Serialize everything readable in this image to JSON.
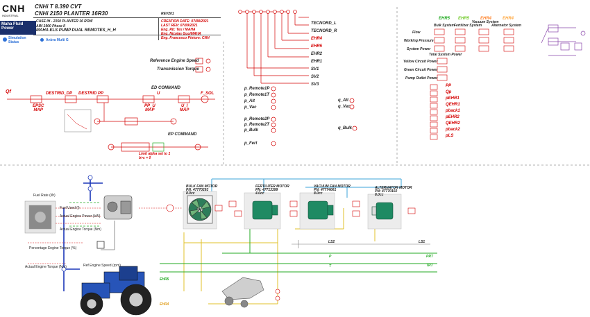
{
  "header": {
    "brand": "CNH",
    "brand_sub": "INDUSTRIAL",
    "maha_logo": "Maha Fluid Power",
    "sim_label": "Simulation\nStatus",
    "anbra_label": "Anbra Multi G",
    "title1": "CNHi T 8.390 CVT",
    "title2": "CNHi 2150 PLANTER 16R30",
    "case1": "CASE IH - 2150 PLANTER 16 ROW",
    "case2": "AIM 1900 Phase II",
    "case3": "MAHA ELS PUMP DUAL REMOTES_H_H",
    "revision": "REV201",
    "creation": "CREATION DATE: 07/08/2021",
    "last_rev": "LAST REV: 07/09/2021",
    "eng1": "Eng. Rb: Tex / MAHA",
    "eng2": "Eng. Nicolas Guo/MAHA",
    "eng3": "Eng. Francesco Pintore: CNH"
  },
  "inputs": {
    "ref_speed": "Reference Engine Speed",
    "trans_torque": "Transmission Torque"
  },
  "ed_command": {
    "title": "ED COMMAND",
    "qf": "Qf",
    "destrid_dp": "DESTRID_DP",
    "destrid_pp": "DESTRID PP",
    "u": "U",
    "fsol": "F_SOL",
    "epsc": "EPSC\nMAP",
    "ppu": "PP_U\nMAP",
    "ui": "U_I\nMAP"
  },
  "ep_command": {
    "title": "EP COMMAND",
    "limit": "Limit alpha set to 1\nb>c = 0"
  },
  "tecnord": {
    "items": [
      "TECNORD_L",
      "TECNORD_R",
      "EHR4",
      "EHR5",
      "EHR2",
      "EHR1",
      "SV1",
      "SV2",
      "SV3"
    ]
  },
  "pressures": {
    "left": [
      "p_Remote1P",
      "p_Remote1T",
      "p_Alt",
      "p_Vac",
      "p_Remote2P",
      "p_Remote2T",
      "p_Bulk",
      "p_Fert"
    ],
    "mid": [
      "q_Alt",
      "q_Vac",
      "q_Bulk"
    ]
  },
  "system": {
    "legend": [
      "EHR5",
      "EHR5",
      "EHR4",
      "EHR4"
    ],
    "legend_colors": [
      "#22aa22",
      "#77cc33",
      "#ff8833",
      "#ffaa44"
    ],
    "cols": [
      "Bulk System",
      "Fertilizer System",
      "Vacuum System",
      "Alternator System"
    ],
    "rows": [
      "Flow",
      "Working Pressure",
      "System Power"
    ],
    "total": "Total System Power",
    "circ": [
      "Yellow Circuit Power",
      "Green Circuit Power",
      "Pump Outlet Power"
    ],
    "red_list": [
      "PP",
      "Qp",
      "pEHR1",
      "QEHR1",
      "pback1",
      "pEHR2",
      "QEHR2",
      "pback2",
      "pLS"
    ]
  },
  "lower": {
    "fuel": "Fuel Rate (l/h)",
    "fuel_used": "Fuel Used (l)",
    "act_power": "Actual Engine Power (kW)",
    "act_torque": "Actual Engine Torque (Nm)",
    "pct_torque": "Percentage Engine Torque (%)",
    "act_torque2": "Actual Engine Torque (Nm)",
    "ref_speed": "Ref Engine Speed (rpm)",
    "bulk": "BULK FAN MOTOR",
    "bulk_pn": "PN: 47770293",
    "bulk_disp": "8.0cc",
    "fert": "FERTILIZER MOTOR",
    "fert_pn": "PN: 47713399",
    "fert_disp": "4.0cc",
    "vac": "VACUUM FAN MOTOR",
    "vac_pn": "PN: 47774061",
    "vac_disp": "8.0cc",
    "alt": "ALTERNATOR MOTOR",
    "alt_pn": "PN: 47770102",
    "alt_disp": "8.0cc",
    "ls2": "LS2",
    "ls1": "LS1",
    "p": "P",
    "t": "T",
    "prt": "PRT",
    "trt": "TRT",
    "ehr5": "EHR5",
    "ehr4": "EHR4"
  }
}
